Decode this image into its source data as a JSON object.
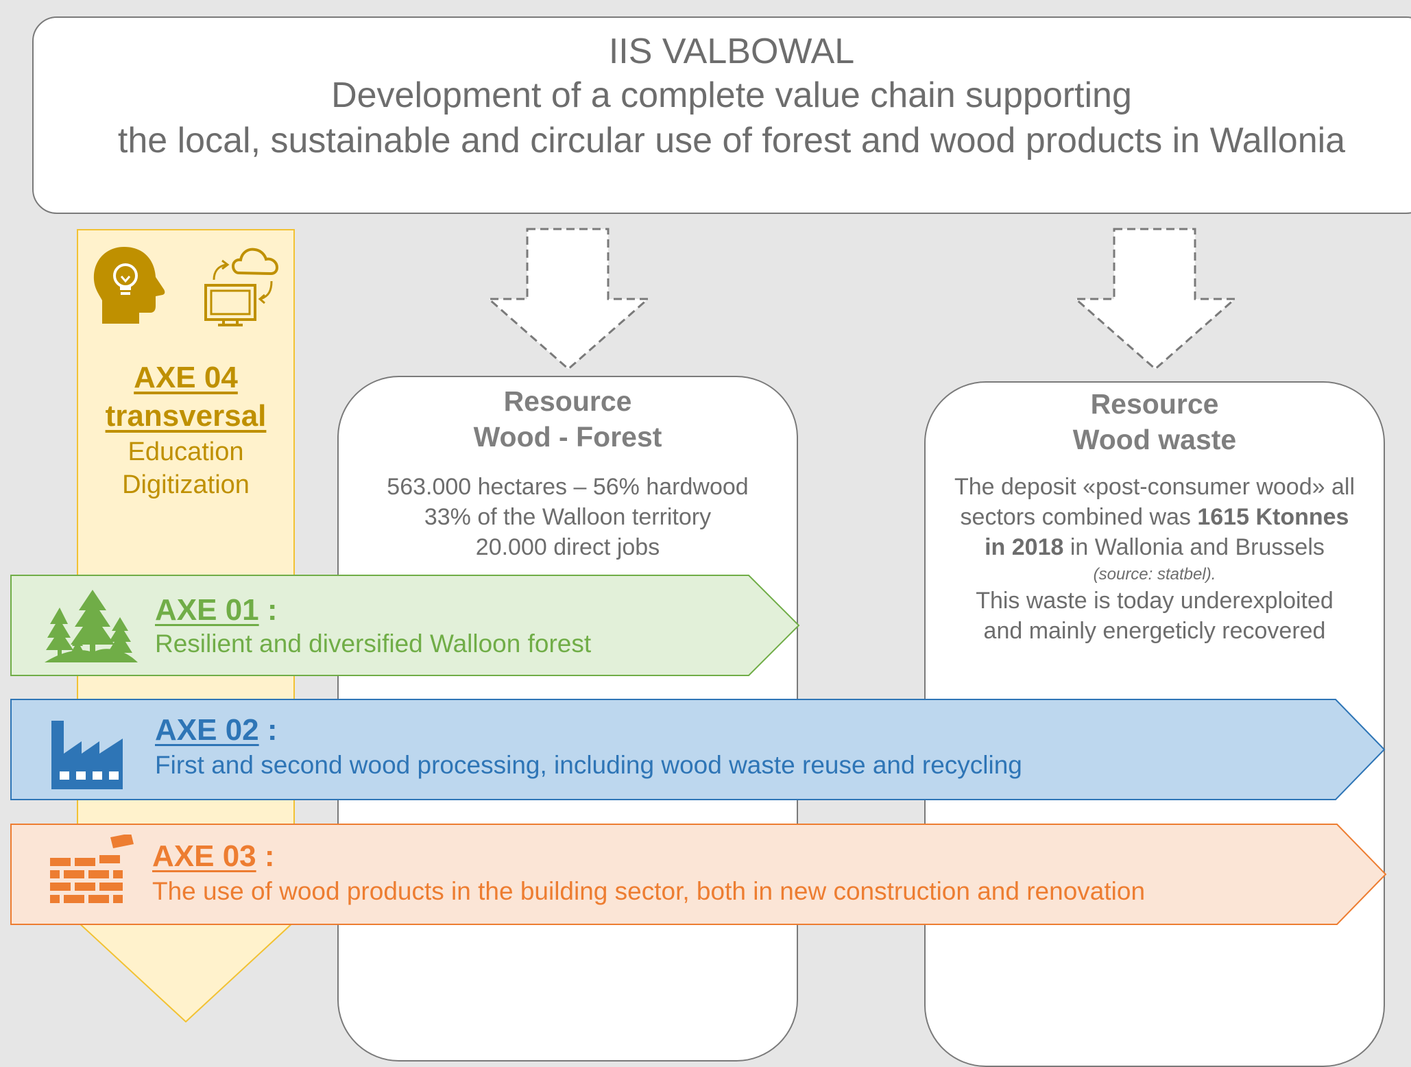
{
  "colors": {
    "axe04": "#bf9000",
    "axe04_fill": "#fff2cc",
    "axe01": "#70ad47",
    "axe01_fill": "#e2f0d9",
    "axe02": "#2e75b6",
    "axe02_fill": "#bdd7ee",
    "axe03": "#ed7d31",
    "axe03_fill": "#fbe5d6",
    "text_gray": "#6d6d6d"
  },
  "header": {
    "line1": "IIS VALBOWAL",
    "line2": "Development of a complete value chain supporting",
    "line3": "the local, sustainable and circular use of forest and wood products in Wallonia"
  },
  "axe04": {
    "title": "AXE 04",
    "subtitle": "transversal",
    "line1": "Education",
    "line2": "Digitization",
    "icons": [
      "head-lightbulb-icon",
      "computer-cloud-sync-icon"
    ]
  },
  "resource_forest": {
    "title1": "Resource",
    "title2": "Wood - Forest",
    "body": [
      "563.000 hectares – 56% hardwood",
      "33% of the Walloon territory",
      "20.000 direct jobs"
    ]
  },
  "resource_waste": {
    "title1": "Resource",
    "title2": "Wood waste",
    "body1": "The deposit «post-consumer wood» all",
    "body2_pre": "sectors combined was ",
    "body2_bold": "1615 Ktonnes",
    "body3_bold": "in 2018",
    "body3_post": " in Wallonia and Brussels",
    "source": "(source: statbel).",
    "body4": "This waste is today underexploited",
    "body5": "and mainly energeticly recovered"
  },
  "axes": [
    {
      "id": "axe01",
      "title": "AXE 01",
      "suffix": " :",
      "description": "Resilient and diversified Walloon forest",
      "icon": "forest-trees-icon"
    },
    {
      "id": "axe02",
      "title": "AXE 02",
      "suffix": " :",
      "description": "First and second wood processing, including wood waste reuse and recycling",
      "icon": "factory-icon"
    },
    {
      "id": "axe03",
      "title": "AXE 03",
      "suffix": " :",
      "description": "The use of wood products in the building sector, both in new construction and renovation",
      "icon": "brick-wall-icon"
    }
  ]
}
